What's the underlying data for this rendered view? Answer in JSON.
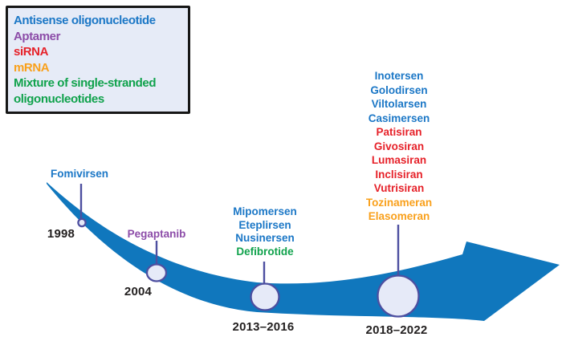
{
  "colors": {
    "aso": "#1B77C6",
    "aptamer": "#8C4CA8",
    "sirna": "#E62129",
    "mrna": "#F9A01B",
    "mixture": "#10A24C",
    "band": "#1077BD",
    "circlefill": "#E6EAF8",
    "circleborder": "#4D4FA0",
    "yeartext": "#221F1F",
    "legendbg": "#E6EBF7",
    "legendborder": "#161616"
  },
  "legend": {
    "items": [
      {
        "label": "Antisense oligonucleotide",
        "category": "aso"
      },
      {
        "label": "Aptamer",
        "category": "aptamer"
      },
      {
        "label": "siRNA",
        "category": "sirna"
      },
      {
        "label": "mRNA",
        "category": "mrna"
      },
      {
        "label": "Mixture of single-stranded\noligonucleotides",
        "category": "mixture"
      }
    ]
  },
  "milestones": [
    {
      "year": "1998",
      "drugs": [
        {
          "name": "Fomivirsen",
          "category": "aso"
        }
      ]
    },
    {
      "year": "2004",
      "drugs": [
        {
          "name": "Pegaptanib",
          "category": "aptamer"
        }
      ]
    },
    {
      "year": "2013–2016",
      "drugs": [
        {
          "name": "Mipomersen",
          "category": "aso"
        },
        {
          "name": "Eteplirsen",
          "category": "aso"
        },
        {
          "name": "Nusinersen",
          "category": "aso"
        },
        {
          "name": "Defibrotide",
          "category": "mixture"
        }
      ]
    },
    {
      "year": "2018–2022",
      "drugs": [
        {
          "name": "Inotersen",
          "category": "aso"
        },
        {
          "name": "Golodirsen",
          "category": "aso"
        },
        {
          "name": "Viltolarsen",
          "category": "aso"
        },
        {
          "name": "Casimersen",
          "category": "aso"
        },
        {
          "name": "Patisiran",
          "category": "sirna"
        },
        {
          "name": "Givosiran",
          "category": "sirna"
        },
        {
          "name": "Lumasiran",
          "category": "sirna"
        },
        {
          "name": "Inclisiran",
          "category": "sirna"
        },
        {
          "name": "Vutrisiran",
          "category": "sirna"
        },
        {
          "name": "Tozinameran",
          "category": "mrna"
        },
        {
          "name": "Elasomeran",
          "category": "mrna"
        }
      ]
    }
  ]
}
